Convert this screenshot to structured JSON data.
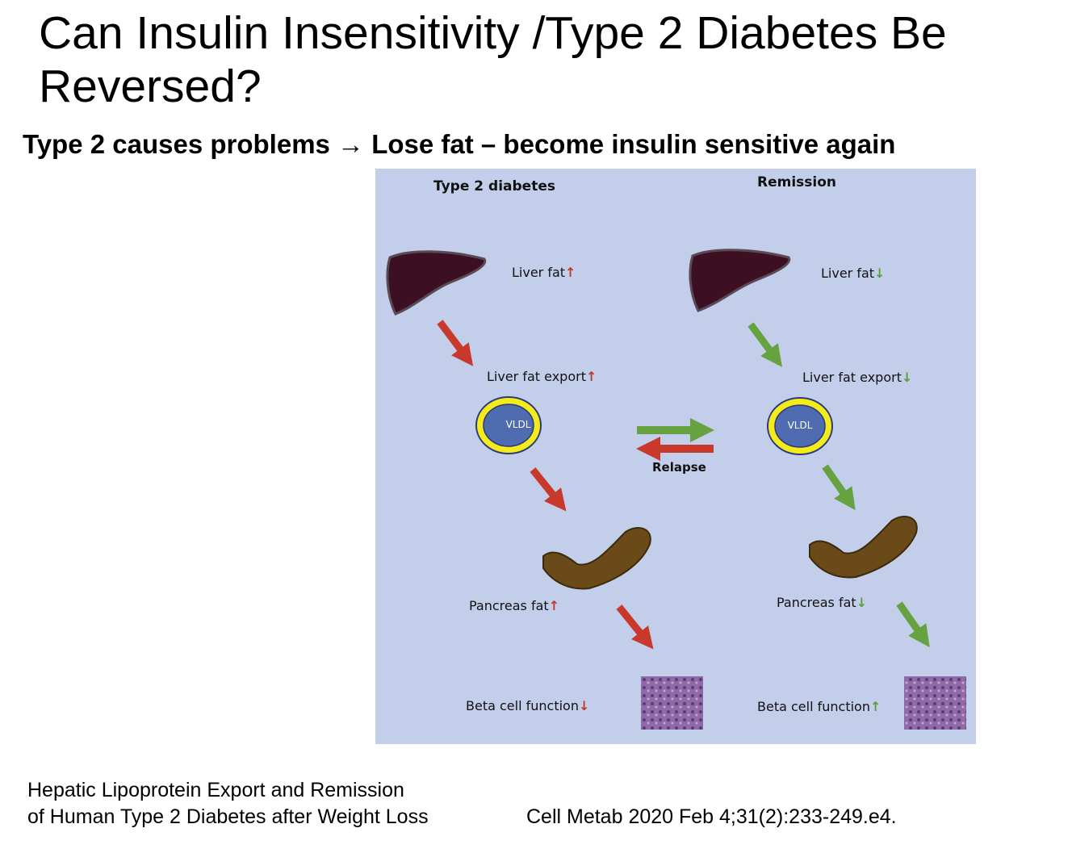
{
  "slide": {
    "title": "Can Insulin Insensitivity /Type 2 Diabetes Be Reversed?",
    "subtitle": "Type 2 causes problems → Lose fat – become insulin sensitive again",
    "citation_line1": "Hepatic Lipoprotein Export and Remission",
    "citation_line2": "of Human Type 2 Diabetes after Weight Loss",
    "journal": "Cell Metab  2020 Feb 4;31(2):233-249.e4."
  },
  "diagram": {
    "left_heading": "Type 2 diabetes",
    "right_heading": "Remission",
    "relapse": "Relapse",
    "vldl": "VLDL",
    "left": {
      "liver_fat": "Liver fat",
      "liver_fat_export": "Liver fat export",
      "pancreas_fat": "Pancreas fat",
      "beta_cell": "Beta cell function"
    },
    "right": {
      "liver_fat": "Liver fat",
      "liver_fat_export": "Liver fat export",
      "pancreas_fat": "Pancreas fat",
      "beta_cell": "Beta cell function"
    },
    "up_arrow": "↑",
    "down_arrow": "↓",
    "colors": {
      "background": "#c3cfea",
      "red": "#c9392b",
      "green": "#66a23f",
      "liver": "#3d0f22",
      "vldl_fill": "#4f6cb0",
      "vldl_ring": "#f4eb1b"
    }
  }
}
